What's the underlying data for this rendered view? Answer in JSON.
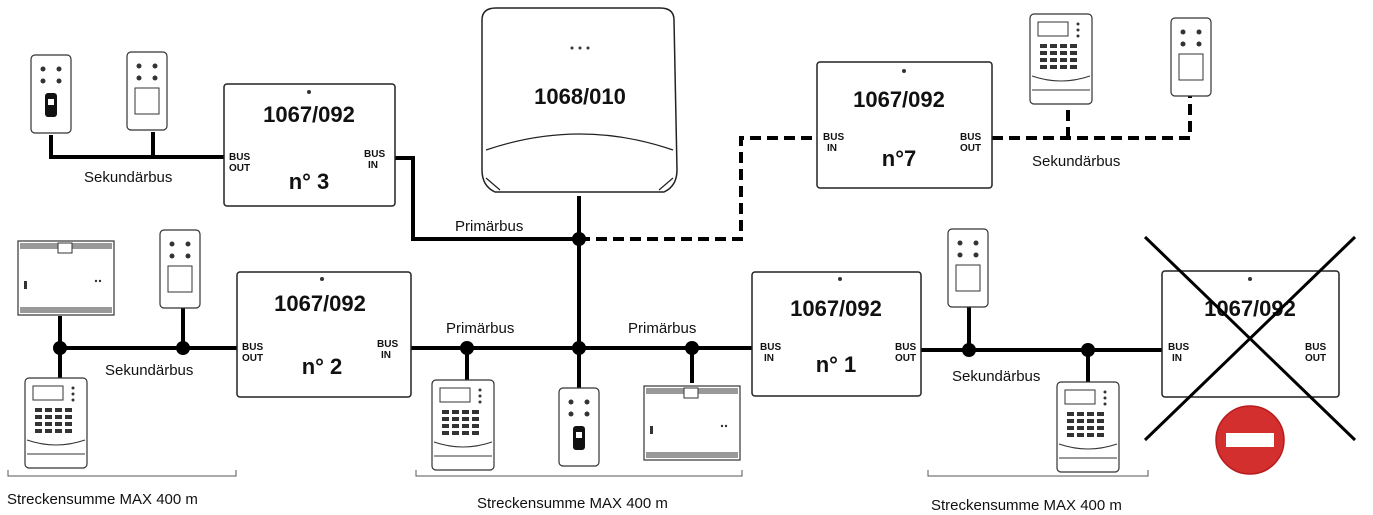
{
  "controller": {
    "model": "1068/010",
    "icon": "control-unit-icon"
  },
  "modules": [
    {
      "id": "n3",
      "model": "1067/092",
      "number": "n° 3",
      "left_port": "BUS\nOUT",
      "right_port": "BUS\nIN"
    },
    {
      "id": "n7",
      "model": "1067/092",
      "number": "n°7",
      "left_port": "BUS\nIN",
      "right_port": "BUS\nOUT"
    },
    {
      "id": "n2",
      "model": "1067/092",
      "number": "n° 2",
      "left_port": "BUS\nOUT",
      "right_port": "BUS\nIN"
    },
    {
      "id": "n1",
      "model": "1067/092",
      "number": "n° 1",
      "left_port": "BUS\nIN",
      "right_port": "BUS\nOUT"
    },
    {
      "id": "crossed",
      "model": "1067/092",
      "number": "",
      "left_port": "BUS\nIN",
      "right_port": "BUS\nOUT",
      "crossed_out": true
    }
  ],
  "bus_labels": {
    "primary_top": "Primärbus",
    "primary_left": "Primärbus",
    "primary_right": "Primärbus",
    "secondary_n3": "Sekundärbus",
    "secondary_n7": "Sekundärbus",
    "secondary_n2": "Sekundärbus",
    "secondary_n1": "Sekundärbus"
  },
  "captions": {
    "left": "Streckensumme MAX 400 m",
    "center": "Streckensumme MAX 400 m",
    "right": "Streckensumme MAX 400 m"
  },
  "colors": {
    "no_entry": "#d32f2f",
    "wire": "#000000"
  },
  "icons": [
    "keypad-icon",
    "card-reader-icon",
    "proximity-reader-icon",
    "expansion-board-icon",
    "no-entry-icon"
  ]
}
